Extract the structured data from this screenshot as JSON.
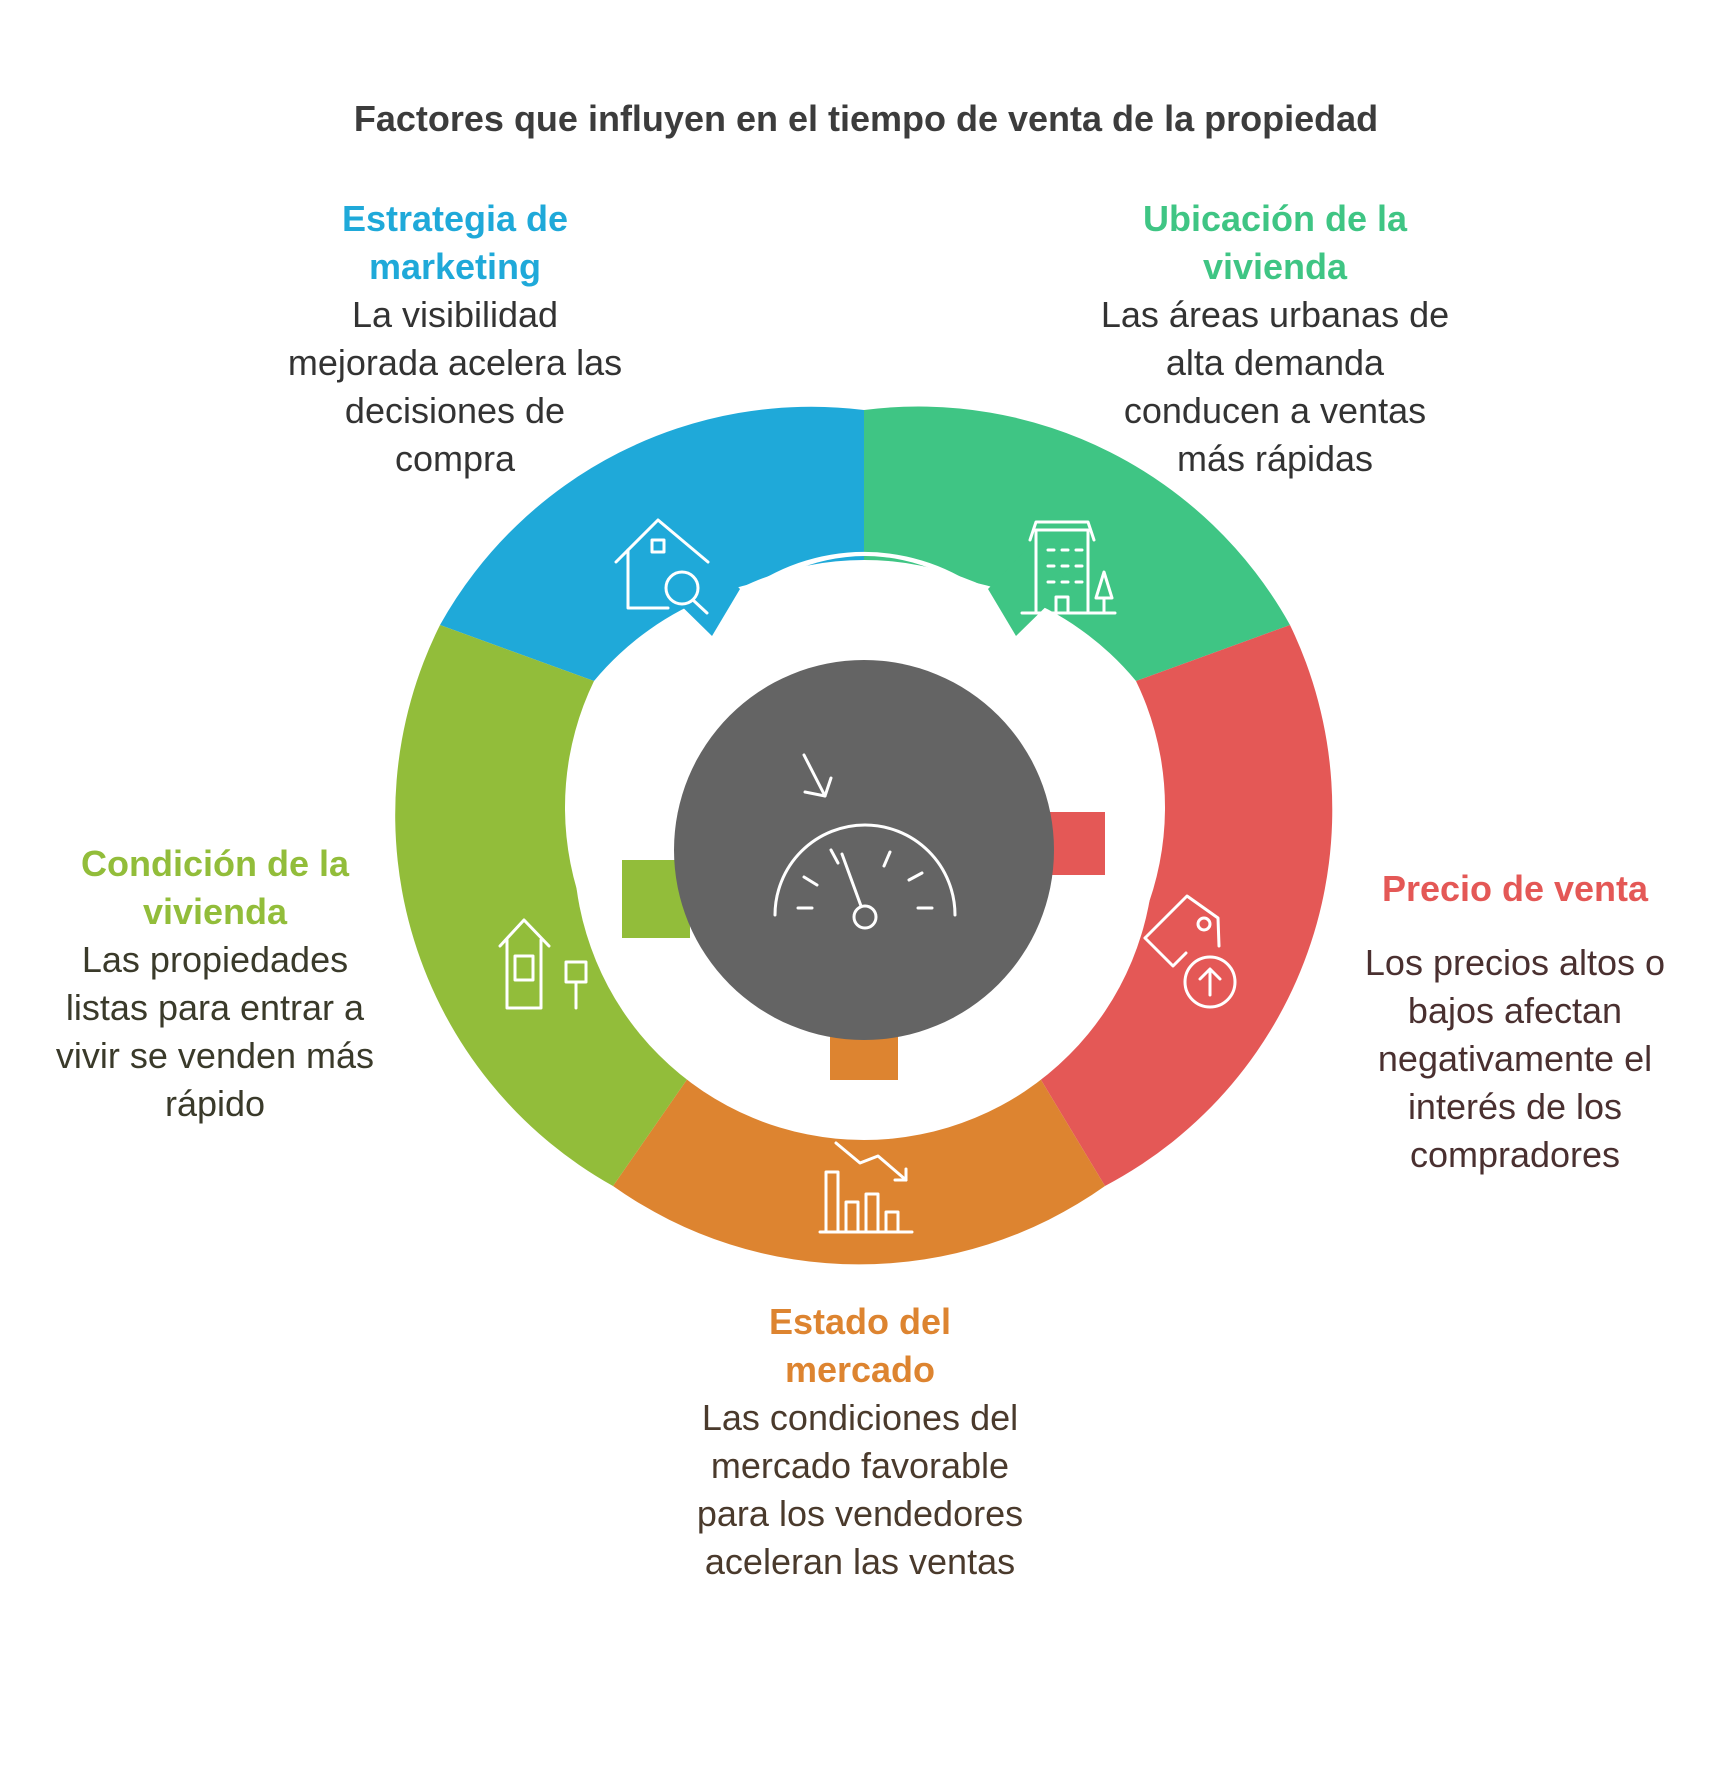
{
  "title": "Factores que influyen en el tiempo de venta de la propiedad",
  "colors": {
    "marketing": "#1fa9d9",
    "ubicacion": "#3fc584",
    "precio": "#e45856",
    "mercado": "#dd8430",
    "condicion": "#92bd3a",
    "center": "#646464"
  },
  "segments": {
    "marketing": {
      "title": "Estrategia de marketing",
      "description": "La visibilidad mejorada acelera las decisiones de compra",
      "icon": "house-search-icon"
    },
    "ubicacion": {
      "title": "Ubicación de la vivienda",
      "description": "Las áreas urbanas de alta demanda conducen a ventas más rápidas",
      "icon": "apartment-building-icon"
    },
    "precio": {
      "title": "Precio de venta",
      "description": "Los precios altos o bajos afectan negativamente el interés de los compradores",
      "icon": "price-tag-up-icon"
    },
    "mercado": {
      "title": "Estado del mercado",
      "description": "Las condiciones del mercado favorable para los vendedores aceleran las ventas",
      "icon": "declining-bar-chart-icon"
    },
    "condicion": {
      "title": "Condición de la vivienda",
      "description": "Las propiedades listas para entrar a vivir se venden más rápido",
      "icon": "house-tree-icon"
    }
  },
  "center": {
    "icon": "speedometer-icon"
  }
}
